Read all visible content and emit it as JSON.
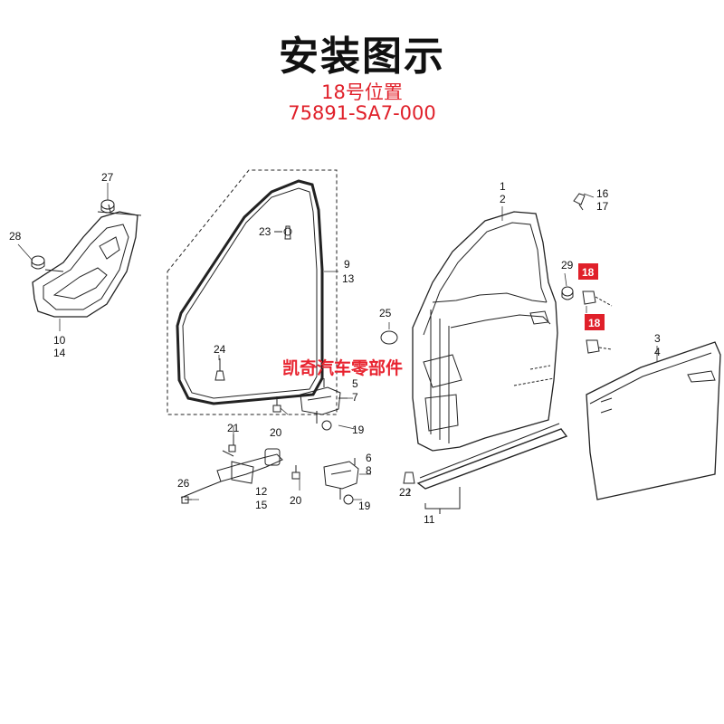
{
  "header": {
    "title": "安装图示",
    "position_label": "18号位置",
    "part_number": "75891-SA7-000"
  },
  "watermark": "凯奇汽车零部件",
  "highlight_color": "#e0202a",
  "callouts": {
    "c1": "1",
    "c2": "2",
    "c3": "3",
    "c4": "4",
    "c5": "5",
    "c6": "6",
    "c7": "7",
    "c8": "8",
    "c9": "9",
    "c10": "10",
    "c11": "11",
    "c12": "12",
    "c13": "13",
    "c14": "14",
    "c15": "15",
    "c16": "16",
    "c17": "17",
    "c18a": "18",
    "c18b": "18",
    "c19a": "19",
    "c19b": "19",
    "c20a": "20",
    "c20b": "20",
    "c21": "21",
    "c22": "22",
    "c23": "23",
    "c24": "24",
    "c25": "25",
    "c26": "26",
    "c27": "27",
    "c28": "28",
    "c29": "29"
  }
}
